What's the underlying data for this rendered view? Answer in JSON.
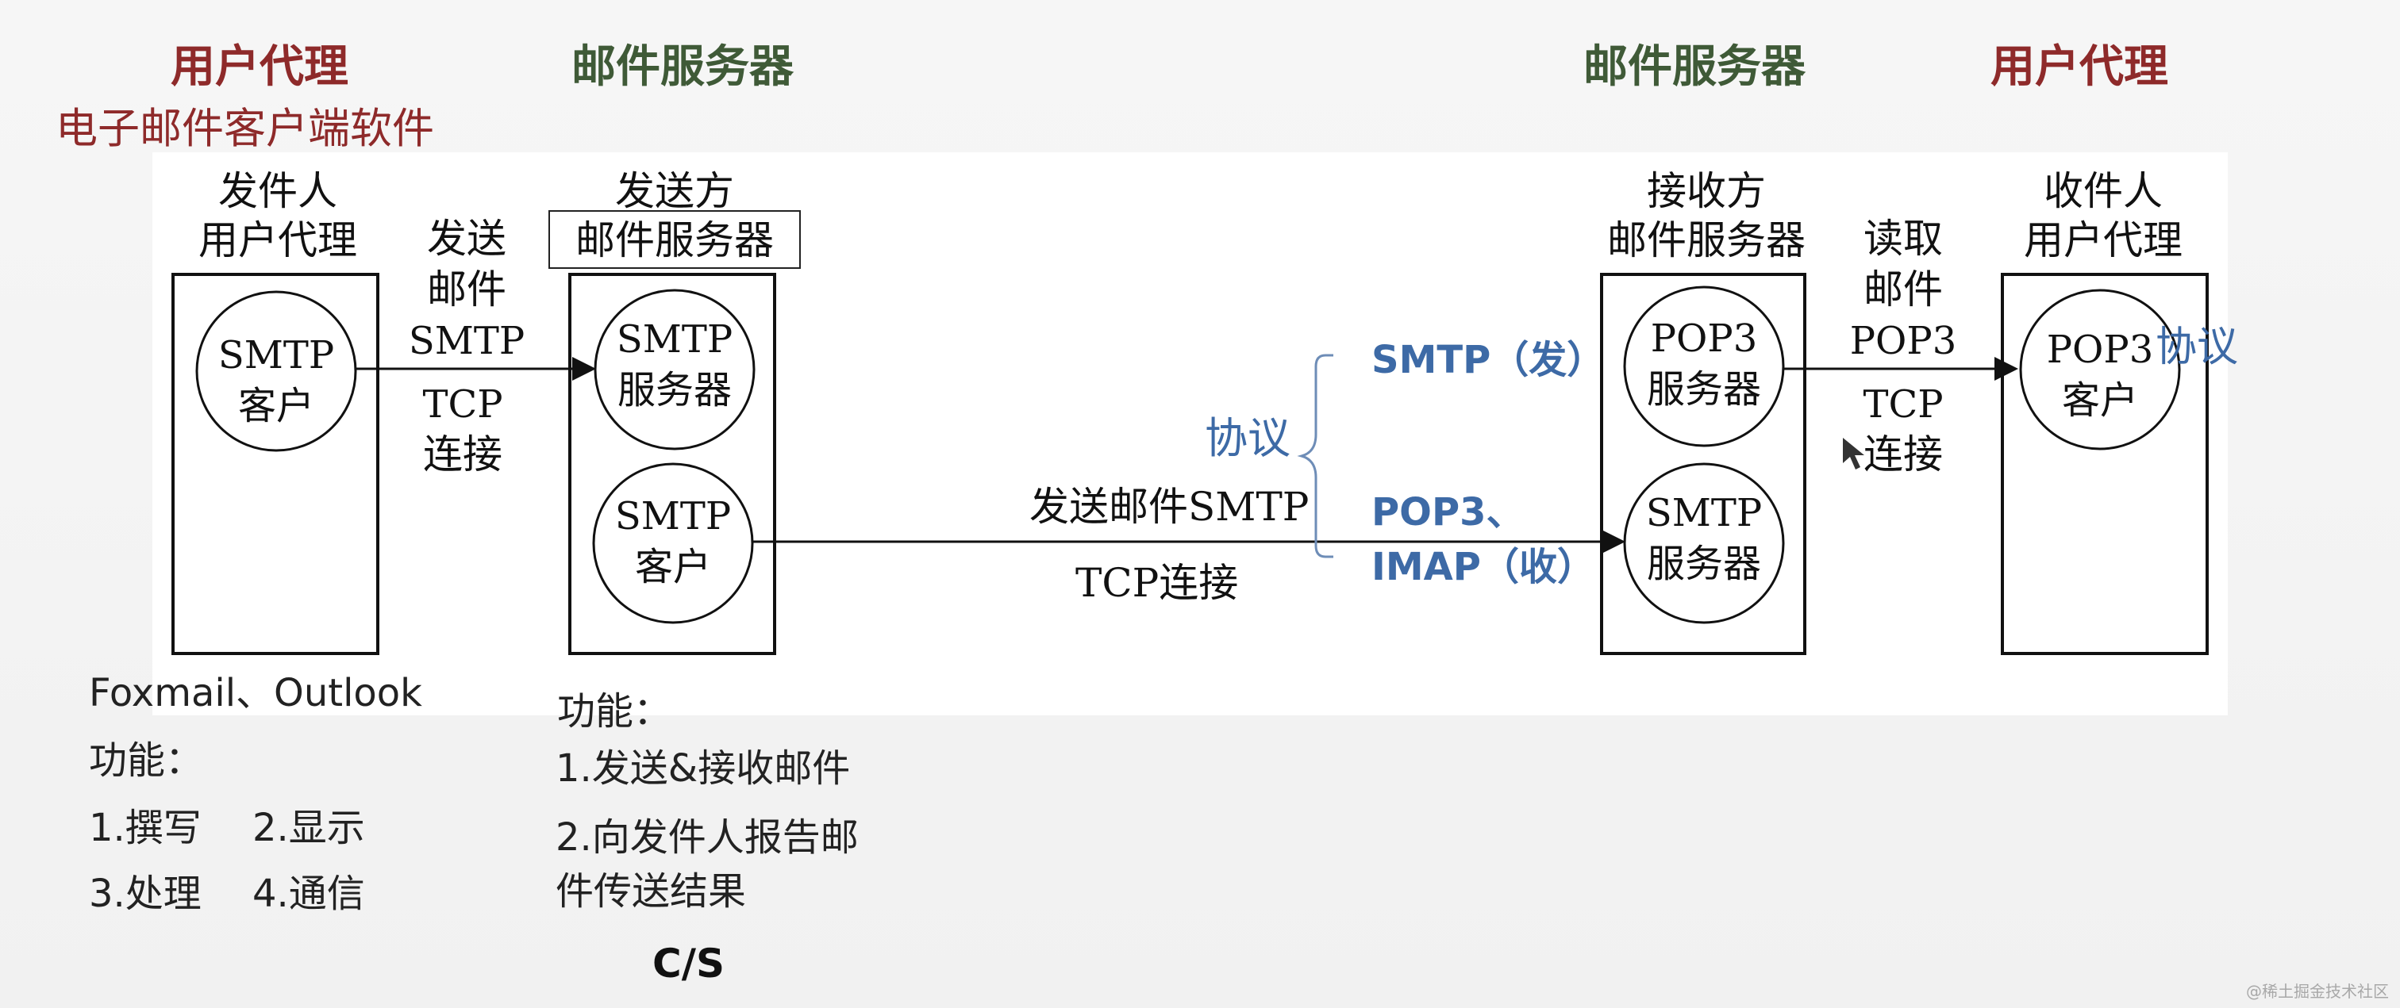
{
  "top_labels": {
    "user_agent_left": "用户代理",
    "email_client_software": "电子邮件客户端软件",
    "mail_server_left": "邮件服务器",
    "mail_server_right": "邮件服务器",
    "user_agent_right": "用户代理"
  },
  "entities": {
    "sender_ua": {
      "line1": "发件人",
      "line2": "用户代理",
      "circle1": "SMTP",
      "circle2": "客户"
    },
    "sender_server": {
      "line1": "发送方",
      "line2": "邮件服务器",
      "top_circle1": "SMTP",
      "top_circle2": "服务器",
      "bottom_circle1": "SMTP",
      "bottom_circle2": "客户"
    },
    "receiver_server": {
      "line1": "接收方",
      "line2": "邮件服务器",
      "top_circle1": "POP3",
      "top_circle2": "服务器",
      "bottom_circle1": "SMTP",
      "bottom_circle2": "服务器"
    },
    "receiver_ua": {
      "line1": "收件人",
      "line2": "用户代理",
      "circle1": "POP3",
      "circle2": "客户"
    }
  },
  "arrow_labels": {
    "send_mail_l1": "发送",
    "send_mail_l2": "邮件",
    "send_mail_l3": "SMTP",
    "send_tcp_l1": "TCP",
    "send_tcp_l2": "连接",
    "mid_send": "发送邮件SMTP",
    "mid_tcp": "TCP连接",
    "read_l1": "读取",
    "read_l2": "邮件",
    "read_l3": "POP3",
    "read_tcp_l1": "TCP",
    "read_tcp_l2": "连接"
  },
  "annotations": {
    "protocol_mid": "协议",
    "smtp_send": "SMTP（发）",
    "pop3_line1": "POP3、",
    "imap_line": "IMAP（收）",
    "protocol_right": "协议",
    "cs": "C/S",
    "watermark": "@稀土掘金技术社区"
  },
  "notes_left": {
    "clients": "Foxmail、Outlook",
    "func_title": "功能：",
    "row1_a": "1.撰写",
    "row1_b": "2.显示",
    "row2_a": "3.处理",
    "row2_b": "4.通信"
  },
  "notes_mid": {
    "func_title": "功能：",
    "item1": "1.发送&接收邮件",
    "item2_l1": "2.向发件人报告邮",
    "item2_l2": "件传送结果"
  },
  "colors": {
    "dark_red": "#8e2a2a",
    "dark_green": "#3f5a37",
    "blue": "#3d6aa6",
    "black": "#111111",
    "white_panel": "#ffffff"
  }
}
